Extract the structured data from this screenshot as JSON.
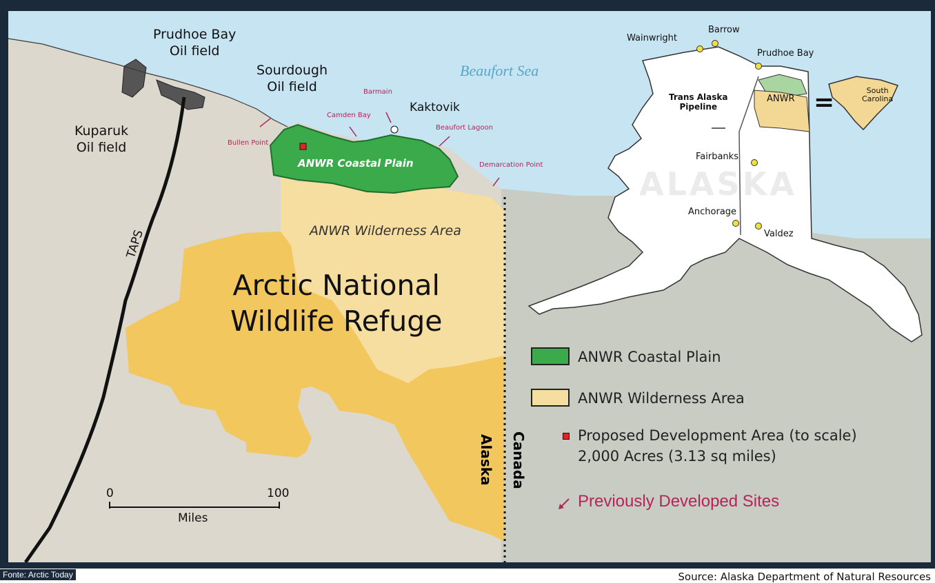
{
  "map": {
    "sea_label": "Beaufort Sea",
    "oil_fields": {
      "prudhoe": "Prudhoe Bay\nOil field",
      "sourdough": "Sourdough\nOil field",
      "kuparuk": "Kuparuk\nOil field"
    },
    "places": {
      "kaktovik": "Kaktovik",
      "barmain": "Barmain",
      "camden_bay": "Camden Bay",
      "beaufort_lagoon": "Beaufort Lagoon",
      "bullen_point": "Bullen Point",
      "demarcation_point": "Demarcation Point"
    },
    "coastal_plain_label": "ANWR Coastal Plain",
    "wilderness_label": "ANWR Wilderness Area",
    "refuge_label": "Arctic National\nWildlife Refuge",
    "taps_label": "TAPS",
    "alaska_label": "Alaska",
    "canada_label": "Canada",
    "scale": {
      "start": "0",
      "end": "100",
      "unit": "Miles"
    }
  },
  "inset": {
    "cities": {
      "wainwright": "Wainwright",
      "barrow": "Barrow",
      "prudhoe_bay": "Prudhoe Bay",
      "fairbanks": "Fairbanks",
      "anchorage": "Anchorage",
      "valdez": "Valdez"
    },
    "pipeline_label": "Trans Alaska\nPipeline",
    "anwr_label": "ANWR",
    "equals": "=",
    "south_carolina": "South\nCarolina",
    "state_label": "ALASKA"
  },
  "legend": {
    "coastal_plain": "ANWR Coastal Plain",
    "wilderness": "ANWR Wilderness Area",
    "proposed_line1": "Proposed Development Area (to scale)",
    "proposed_line2": "2,000 Acres (3.13 sq miles)",
    "previous_sites": "Previously Developed Sites",
    "colors": {
      "coastal_plain": "#3aaa4a",
      "wilderness": "#f6dda0",
      "refuge": "#f2c75e",
      "proposed": "#d42a2a",
      "previous": "#b5245a"
    }
  },
  "credit": "Fonte: Arctic Today",
  "source": "Source: Alaska Department of Natural Resources"
}
